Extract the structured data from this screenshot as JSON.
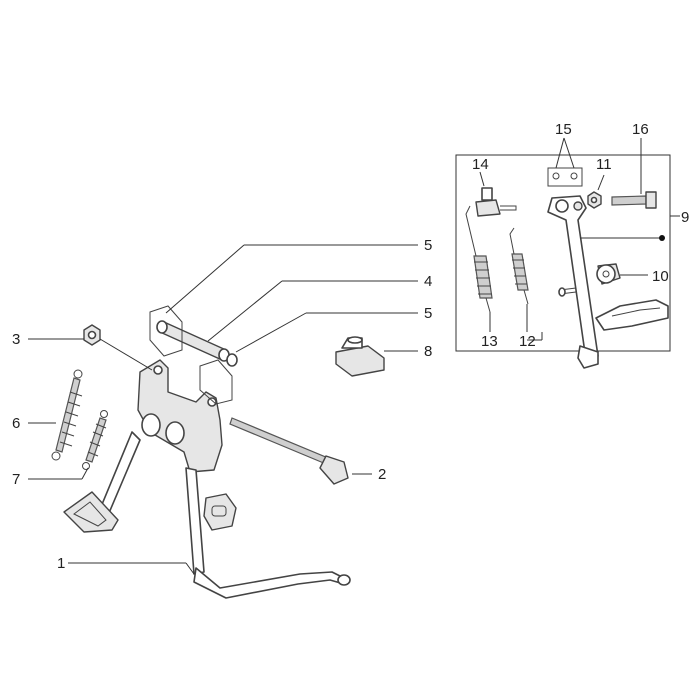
{
  "labels": {
    "p1": "1",
    "p2": "2",
    "p3": "3",
    "p4": "4",
    "p5a": "5",
    "p5b": "5",
    "p6": "6",
    "p7": "7",
    "p8": "8",
    "p9": "9",
    "p10": "10",
    "p11": "11",
    "p12": "12",
    "p13": "13",
    "p14": "14",
    "p15": "15",
    "p16": "16"
  }
}
